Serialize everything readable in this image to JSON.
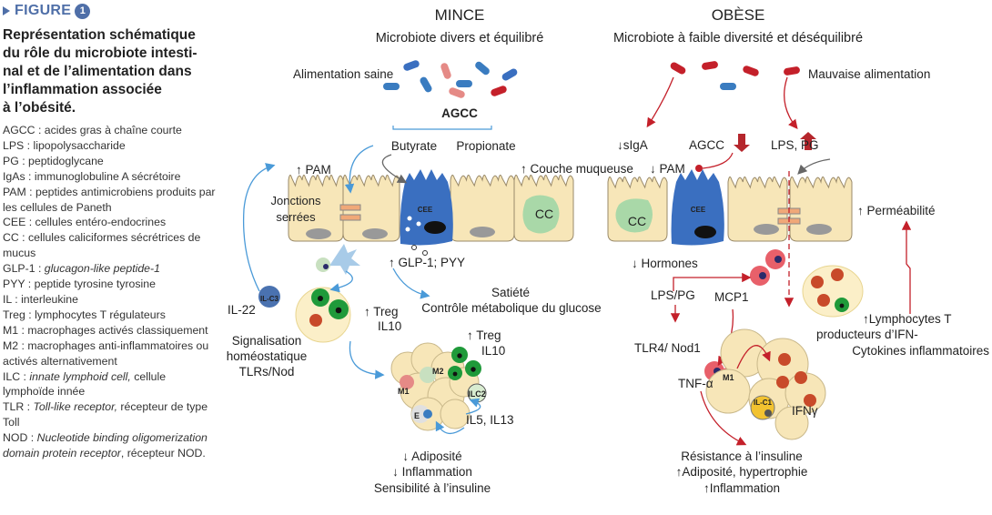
{
  "figure": {
    "label": "FIGURE",
    "number": "1"
  },
  "title": [
    "Représentation schématique",
    "du rôle du microbiote intesti-",
    "nal et de l’alimentation dans",
    "l’inflammation associée",
    "à l’obésité."
  ],
  "legend": [
    {
      "term": "AGCC",
      "def": "acides gras à chaîne courte"
    },
    {
      "term": "LPS",
      "def": "lipopolysaccharide"
    },
    {
      "term": "PG",
      "def": "peptidoglycane"
    },
    {
      "term": "IgAs",
      "def": "immunoglobuline A sécrétoire"
    },
    {
      "term": "PAM",
      "def": "peptides antimicrobiens produits par les cellules de Paneth"
    },
    {
      "term": "CEE",
      "def": "cellules entéro-endocrines"
    },
    {
      "term": "CC",
      "def": "cellules caliciformes sécrétrices de mucus"
    },
    {
      "term": "GLP-1",
      "def_italic": "glucagon-like peptide-1"
    },
    {
      "term": "PYY",
      "def": "peptide tyrosine tyrosine"
    },
    {
      "term": "IL",
      "def": "interleukine"
    },
    {
      "term": "Treg",
      "def": "lymphocytes T régulateurs"
    },
    {
      "term": "M1",
      "def": "macrophages activés classiquement"
    },
    {
      "term": "M2",
      "def": "macrophages anti-inflammatoires ou activés alternativement"
    },
    {
      "term": "ILC",
      "def_italic": "innate lymphoid cell,",
      "def": " cellule lymphoïde innée"
    },
    {
      "term": "TLR",
      "def_italic": "Toll-like receptor,",
      "def": " récepteur de type Toll"
    },
    {
      "term": "NOD",
      "def_italic": "Nucleotide binding oligomerization domain protein receptor",
      "def": ", récepteur NOD."
    }
  ],
  "lean": {
    "heading": "MINCE",
    "subheading": "Microbiote divers et équilibré",
    "diet": "Alimentation saine",
    "agcc": "AGCC",
    "butyrate": "Butyrate",
    "propionate": "Propionate",
    "pam": "↑ PAM",
    "mucus": "↑ Couche muqueuse",
    "junctions": [
      "Jonctions",
      "serrées"
    ],
    "cee": "CEE",
    "cc": "CC",
    "glp": "↑ GLP-1;  PYY",
    "satiety": "Satiété",
    "glucose": "Contrôle métabolique du glucose",
    "il22": "IL-22",
    "ilc3": "IL-C3",
    "treg1": [
      "↑ Treg",
      "IL10"
    ],
    "signal": [
      "Signalisation",
      "homéostatique",
      "TLRs/Nod"
    ],
    "treg2": [
      "↑ Treg",
      "IL10"
    ],
    "m1": "M1",
    "m2": "M2",
    "ilc2": "ILC2",
    "e": "E",
    "il5": "IL5, IL13",
    "outcome": [
      "↓ Adiposité",
      "↓ Inflammation",
      "Sensibilité à l’insuline"
    ]
  },
  "obese": {
    "heading": "OBÈSE",
    "subheading": "Microbiote à faible diversité et déséquilibré",
    "diet": "Mauvaise alimentation",
    "sIgA": "↓sIgA",
    "agcc": "AGCC",
    "lpspg": "LPS, PG",
    "pam": "↓ PAM",
    "cc": "CC",
    "cee": "CEE",
    "permeability": "↑ Perméabilité",
    "hormones": "↓ Hormones",
    "lpspg2": "LPS/PG",
    "mcp1": "MCP1",
    "lympho": [
      "↑Lymphocytes T",
      "producteurs d’IFN-",
      "Cytokines inflammatoires"
    ],
    "tlr4": "TLR4/ Nod1",
    "tnf": "TNF-α",
    "m1": "M1",
    "ilc1": "IL-C1",
    "ifn": "IFNγ",
    "outcome": [
      "Résistance à l’insuline",
      "↑Adiposité, hypertrophie",
      "↑Inflammation"
    ]
  },
  "colors": {
    "accent": "#4f6fa8",
    "cell": "#f7e6b8",
    "cee": "#3a6fc0",
    "goblet": "#a9d8a8",
    "red": "#c4202a",
    "blue_arrow": "#4a9ad8",
    "treg": "#1f9a3a"
  }
}
